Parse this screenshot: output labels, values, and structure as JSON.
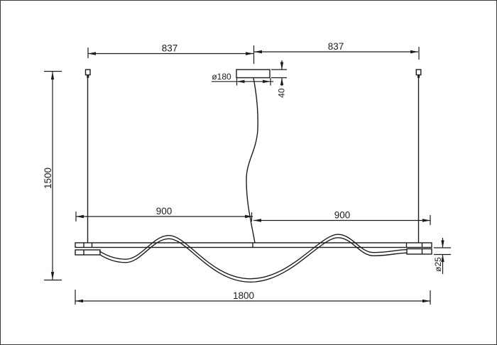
{
  "drawing": {
    "type": "pendant-lamp-installation-drawing",
    "colors": {
      "line": "#1c1c1c",
      "background": "#ffffff",
      "frame_border": "#3c3c3c"
    },
    "dims": {
      "top_left_837": "837",
      "top_right_837": "837",
      "canopy_diameter": "ø180",
      "canopy_height": "40",
      "suspension_drop_1500": "1500",
      "left_half_900": "900",
      "right_half_900": "900",
      "overall_length_1800": "1800",
      "tube_diameter_25": "ø25"
    }
  }
}
